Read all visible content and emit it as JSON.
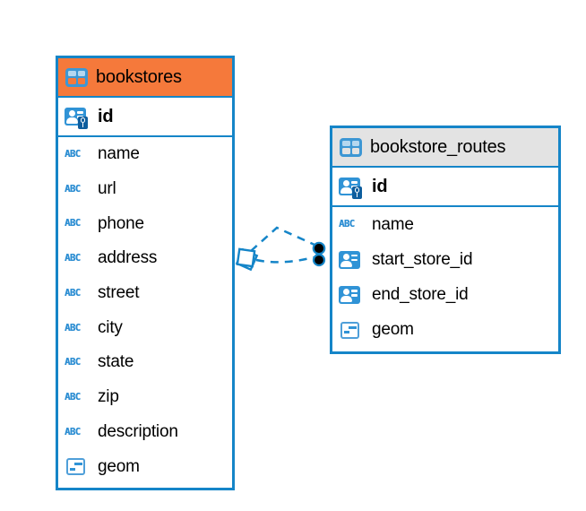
{
  "diagram": {
    "colors": {
      "accent_blue": "#1585c8",
      "icon_blue": "#3093d6",
      "key_badge_blue": "#0e5e9e",
      "bookstores_header": "#f5793b",
      "routes_header": "#e3e3e3",
      "background": "#ffffff",
      "text": "#000000"
    },
    "icon_glyphs": {
      "text_type": "ABC"
    },
    "tables": [
      {
        "name": "bookstores",
        "primary_key": "id",
        "columns": [
          {
            "name": "name",
            "type": "text"
          },
          {
            "name": "url",
            "type": "text"
          },
          {
            "name": "phone",
            "type": "text"
          },
          {
            "name": "address",
            "type": "text"
          },
          {
            "name": "street",
            "type": "text"
          },
          {
            "name": "city",
            "type": "text"
          },
          {
            "name": "state",
            "type": "text"
          },
          {
            "name": "zip",
            "type": "text"
          },
          {
            "name": "description",
            "type": "text"
          },
          {
            "name": "geom",
            "type": "geometry"
          }
        ]
      },
      {
        "name": "bookstore_routes",
        "primary_key": "id",
        "columns": [
          {
            "name": "name",
            "type": "text"
          },
          {
            "name": "start_store_id",
            "type": "foreign-key"
          },
          {
            "name": "end_store_id",
            "type": "foreign-key"
          },
          {
            "name": "geom",
            "type": "geometry"
          }
        ]
      }
    ],
    "connections": {
      "style": "dashed",
      "count": 2,
      "between": [
        "bookstores",
        "bookstore_routes"
      ],
      "left_endpoint": "white-diamond",
      "right_endpoint": "black-dot"
    }
  }
}
